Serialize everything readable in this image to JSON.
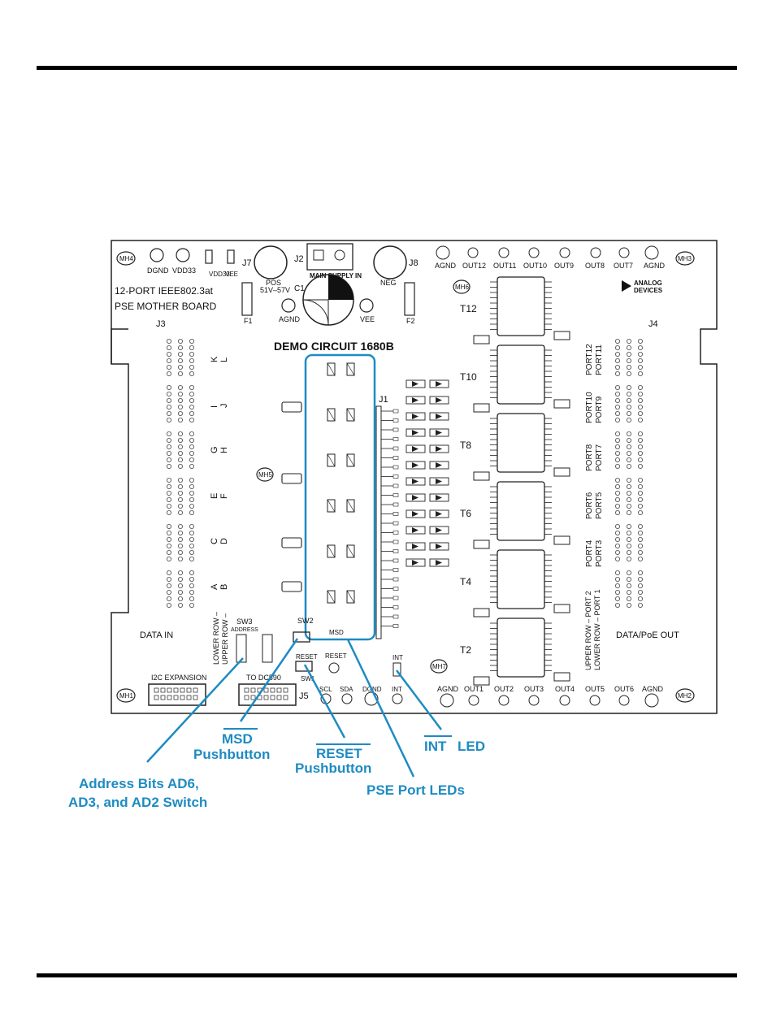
{
  "board": {
    "title_line1": "12-PORT IEEE802.3at",
    "title_line2": "PSE MOTHER BOARD",
    "demo_circuit": "DEMO CIRCUIT 1680B",
    "main_supply": "MAIN SUPPLY IN",
    "pos_label": "POS",
    "pos_range": "51V–57V",
    "neg_label": "NEG",
    "agnd": "AGND",
    "vee": "VEE",
    "dgnd": "DGND",
    "vdd33": "VDD33",
    "brand_line1": "ANALOG",
    "brand_line2": "DEVICES",
    "data_in": "DATA IN",
    "data_out": "DATA/PoE OUT",
    "i2c_expansion": "I2C EXPANSION",
    "to_dc590": "TO DC590",
    "address": "ADDRESS",
    "sw3": "SW3",
    "sw2": "SW2",
    "sw1": "SW1",
    "msd_small": "MSD",
    "reset_small": "RESET",
    "int_small": "INT",
    "scl": "SCL",
    "sda": "SDA",
    "j1": "J1",
    "j2": "J2",
    "j3": "J3",
    "j4": "J4",
    "j5": "J5",
    "j7": "J7",
    "j8": "J8",
    "c1": "C1",
    "f1": "F1",
    "f2": "F2",
    "mh1": "MH1",
    "mh2": "MH2",
    "mh3": "MH3",
    "mh4": "MH4",
    "mh5": "MH5",
    "mh6": "MH6",
    "mh7": "MH7",
    "upper_row": "UPPER ROW – PORT 2",
    "lower_row": "LOWER ROW – PORT 1",
    "left_upper_row": "UPPER ROW –",
    "left_lower_row": "LOWER ROW –",
    "top_outputs": [
      "OUT12",
      "OUT11",
      "OUT10",
      "OUT9",
      "OUT8",
      "OUT7"
    ],
    "bottom_outputs": [
      "OUT1",
      "OUT2",
      "OUT3",
      "OUT4",
      "OUT5",
      "OUT6"
    ],
    "transformers": [
      "T12",
      "T10",
      "T8",
      "T6",
      "T4",
      "T2"
    ],
    "port_pairs": [
      [
        "PORT12",
        "PORT11"
      ],
      [
        "PORT10",
        "PORT9"
      ],
      [
        "PORT8",
        "PORT7"
      ],
      [
        "PORT6",
        "PORT5"
      ],
      [
        "PORT4",
        "PORT3"
      ]
    ],
    "left_letters": [
      [
        "K",
        "L"
      ],
      [
        "I",
        "J"
      ],
      [
        "G",
        "H"
      ],
      [
        "E",
        "F"
      ],
      [
        "C",
        "D"
      ],
      [
        "A",
        "B"
      ]
    ]
  },
  "callouts": {
    "msd": "MSD",
    "msd_sub": "Pushbutton",
    "reset": "RESET",
    "reset_sub": "Pushbutton",
    "int": "INT",
    "int_sub": "LED",
    "address_line1": "Address Bits AD6,",
    "address_line2": "AD3, and AD2 Switch",
    "pse_leds": "PSE Port LEDs"
  },
  "colors": {
    "callout": "#1e8bc3",
    "board_outline": "#222222"
  }
}
